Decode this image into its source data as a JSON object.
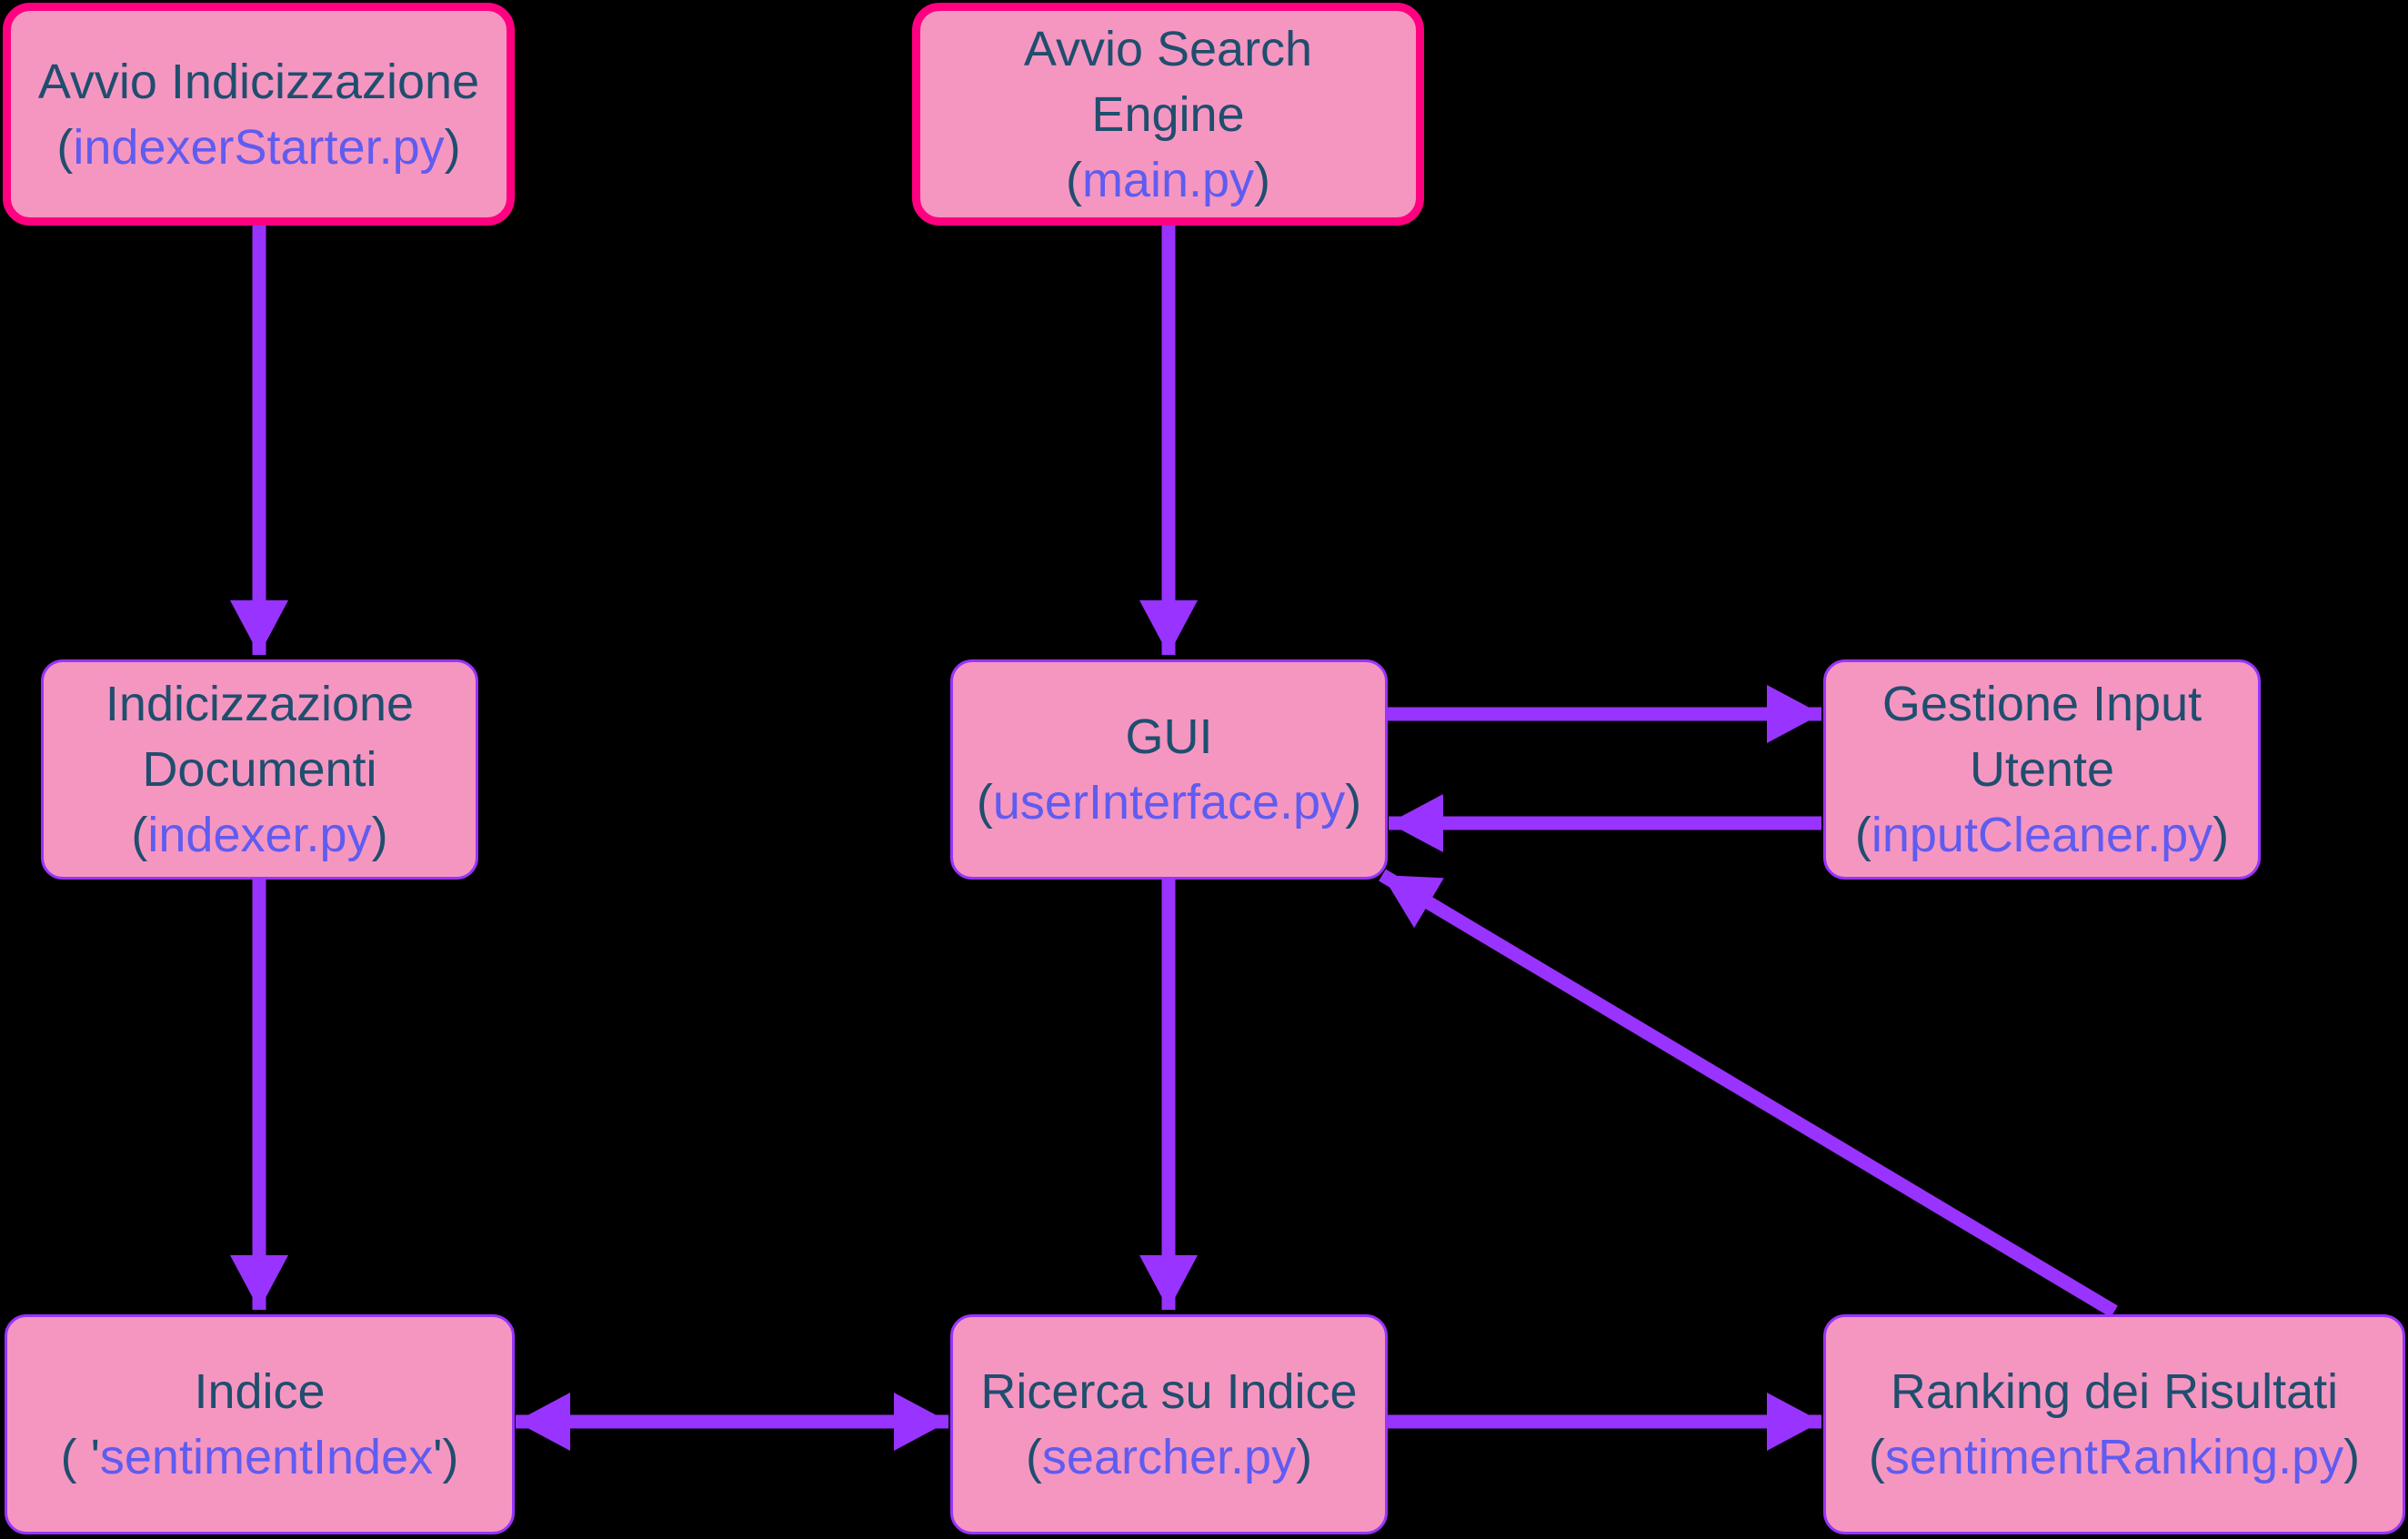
{
  "colors": {
    "background": "#000000",
    "node_fill": "#f596c1",
    "node_border": "#9933ff",
    "start_border": "#ff0080",
    "arrow": "#9933ff",
    "text": "#1f4e6e",
    "file_text": "#5f5cf0"
  },
  "nodes": {
    "avvio_indicizzazione": {
      "lines": [
        "Avvio Indicizzazione"
      ],
      "file_open": "(",
      "file": "indexerStarter.py",
      "file_close": ")"
    },
    "avvio_search": {
      "lines": [
        "Avvio Search",
        "Engine"
      ],
      "file_open": "(",
      "file": "main.py",
      "file_close": ")"
    },
    "indicizzazione": {
      "lines": [
        "Indicizzazione",
        "Documenti"
      ],
      "file_open": "(",
      "file": "indexer.py",
      "file_close": ")"
    },
    "gui": {
      "lines": [
        "GUI"
      ],
      "file_open": "(",
      "file": "userInterface.py",
      "file_close": ")"
    },
    "gestione_input": {
      "lines": [
        "Gestione Input",
        "Utente"
      ],
      "file_open": "(",
      "file": "inputCleaner.py",
      "file_close": ")"
    },
    "indice": {
      "lines": [
        "Indice"
      ],
      "file_open": "( '",
      "file": "sentimentIndex",
      "file_close": "')"
    },
    "ricerca": {
      "lines": [
        "Ricerca su Indice"
      ],
      "file_open": "(",
      "file": "searcher.py",
      "file_close": ")"
    },
    "ranking": {
      "lines": [
        "Ranking dei Risultati"
      ],
      "file_open": "(",
      "file": "sentimentRanking.py",
      "file_close": ")"
    }
  },
  "edges": [
    {
      "from": "avvio_indicizzazione",
      "to": "indicizzazione"
    },
    {
      "from": "indicizzazione",
      "to": "indice"
    },
    {
      "from": "avvio_search",
      "to": "gui"
    },
    {
      "from": "gui",
      "to": "gestione_input"
    },
    {
      "from": "gestione_input",
      "to": "gui"
    },
    {
      "from": "gui",
      "to": "ricerca"
    },
    {
      "from": "indice",
      "to": "ricerca",
      "bidirectional": true
    },
    {
      "from": "ricerca",
      "to": "ranking"
    },
    {
      "from": "ranking",
      "to": "gui"
    }
  ]
}
